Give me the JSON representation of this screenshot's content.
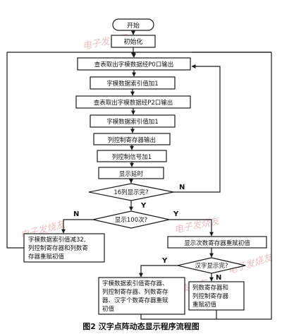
{
  "nodes": {
    "start": "开始",
    "init": "初始化",
    "p0_out": "查表取出字模数据经P0口输出",
    "idx_inc_1": "字模数据索引值加1",
    "p2_out": "查表取出字模数据经P2口输出",
    "idx_inc_2": "字模数据索引值加1",
    "col_reg_out": "列控制寄存器输出",
    "col_sig_inc": "列控制信号加1",
    "delay": "显示延时",
    "dec_16col": "16列显示完?",
    "dec_100": "显示100次?",
    "reset_left": [
      "字模数据索引值减32,",
      "列控制寄存器和列数寄",
      "存器重赋初值"
    ],
    "reset_count": "显示次数寄存器重赋初值",
    "dec_char": "汉字显示完?",
    "assign_bottom": [
      "字模数据索引值寄存器、",
      "列控制寄存器、列数寄存",
      "器、汉字个数寄存器重赋",
      "初值"
    ],
    "reset_right": [
      "列数寄存器和",
      "列控制寄存器",
      "重赋初值"
    ]
  },
  "labels": {
    "yes": "Y",
    "no": "N"
  },
  "caption": "图2 汉字点阵动态显示程序流程图",
  "watermarks": [
    "电子发烧友",
    "电子发烧友",
    "电子发烧友",
    "电子发烧友",
    "电子发烧友"
  ]
}
